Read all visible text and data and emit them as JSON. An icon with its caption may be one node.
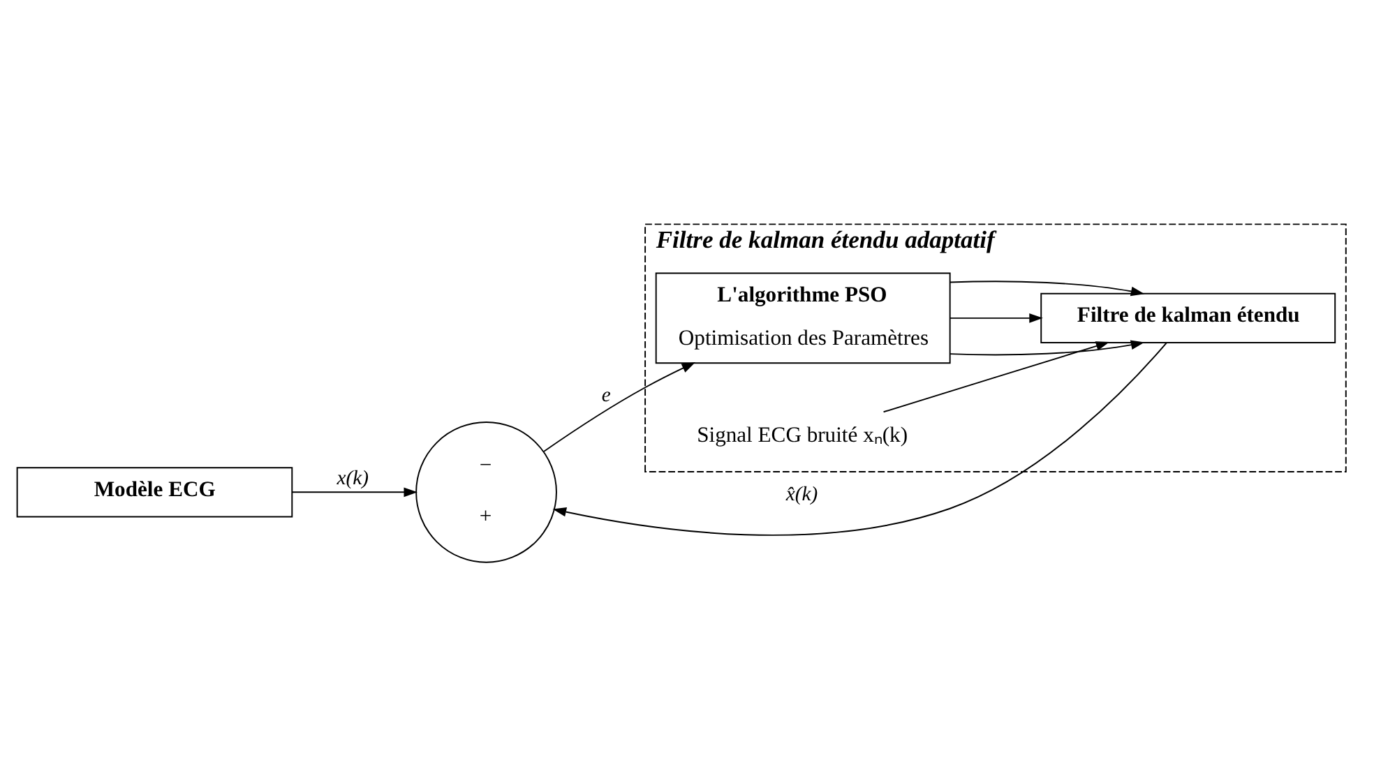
{
  "diagram": {
    "nodes": [
      {
        "text": [
          "Modèle ECG"
        ]
      },
      {
        "text": [
          "Filtre de kalman étendu adaptatif"
        ]
      },
      {
        "text": [
          "L'algorithme PSO",
          "Optimisation des Paramètres"
        ],
        "in": 1
      },
      {
        "text": [
          "Filtre de kalman étendu"
        ],
        "in": 1
      },
      {
        "text": [
          "−",
          "+"
        ]
      },
      {
        "text": [
          "Signal ECG bruité xₙ(k)"
        ],
        "in": 1
      }
    ],
    "edges": [
      {
        "from": 0,
        "to": 4,
        "arrow": "to",
        "label": "x(k)"
      },
      {
        "from": 4,
        "to": 2,
        "arrow": "to",
        "label": "e"
      },
      {
        "from": 2,
        "to": 3,
        "arrow": "to"
      },
      {
        "from": 2,
        "to": 3,
        "arrow": "to"
      },
      {
        "from": 2,
        "to": 3,
        "arrow": "to"
      },
      {
        "from": 5,
        "to": 3,
        "arrow": "to"
      },
      {
        "from": 3,
        "to": 4,
        "arrow": "to",
        "label": "x̂(k)"
      }
    ]
  }
}
